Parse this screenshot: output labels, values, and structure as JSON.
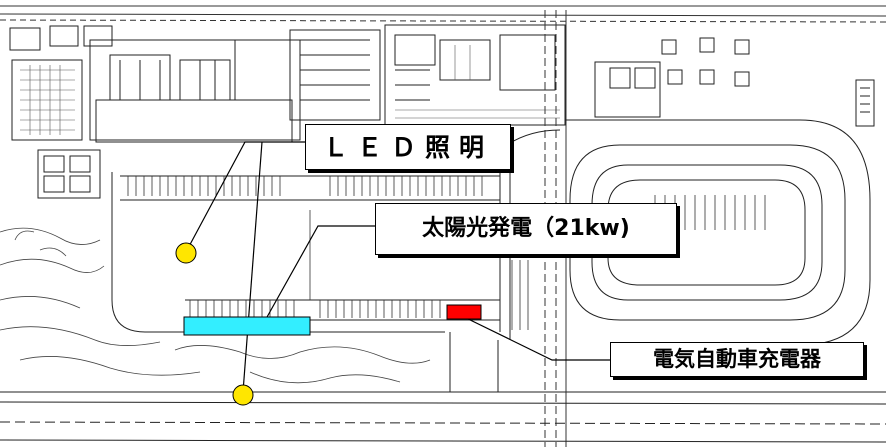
{
  "title": "",
  "labels": {
    "led": "ＬＥＤ照明",
    "solar": "太陽光発電（21kw)",
    "ev_charger": "電気自動車充電器"
  },
  "colors": {
    "led_marker": "#ffe600",
    "solar_panel": "#33eeff",
    "ev_charger": "#ff0000",
    "drawing_lines": "#222222"
  }
}
